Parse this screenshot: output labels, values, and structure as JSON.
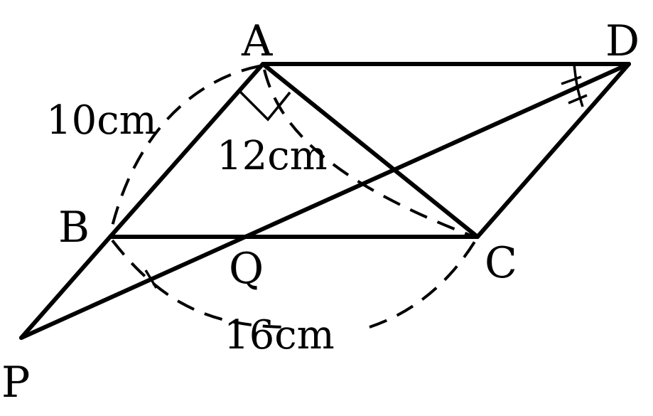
{
  "points": {
    "A": "A",
    "B": "B",
    "C": "C",
    "D": "D",
    "P": "P",
    "Q": "Q"
  },
  "lengths": {
    "AB": "10cm",
    "AC": "12cm",
    "BC": "16cm"
  },
  "colors": {
    "stroke": "#000000",
    "background": "#ffffff"
  }
}
